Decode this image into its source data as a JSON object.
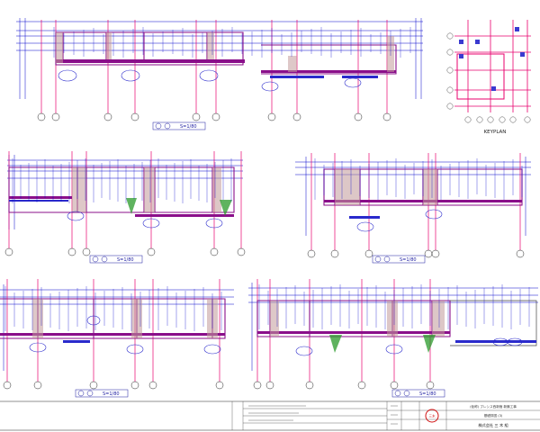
{
  "drawing": {
    "keyplan_label": "KEYPLAN",
    "colors": {
      "dimension": "#0000cc",
      "grid": "#e8006e",
      "slab": "#8a0f8a",
      "green": "#2a9a2a",
      "hatch": "#c39a9a",
      "pipe": "#2a2acc"
    },
    "sections": [
      {
        "scale": "S=1/80"
      },
      {
        "scale": "S=1/80"
      },
      {
        "scale": "S=1/80"
      },
      {
        "scale": "S=1/80"
      },
      {
        "scale": "S=1/80"
      }
    ]
  },
  "title_block": {
    "client": "(仮称) ブレシス西新宿 新築工事",
    "drawing_name": "基礎詳図 (3)",
    "contractor": "株式会社 三 木 組",
    "seal_text": "三木"
  }
}
